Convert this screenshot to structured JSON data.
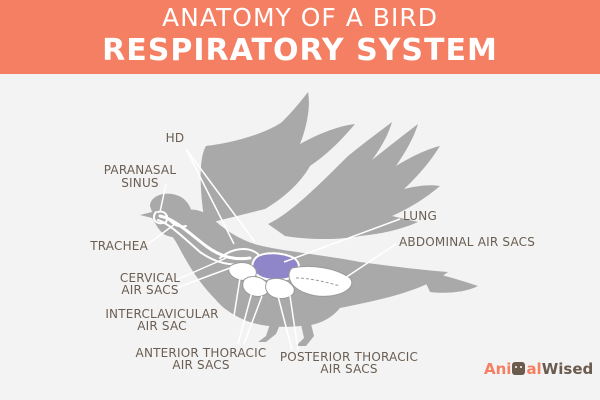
{
  "header": {
    "title_line1": "ANATOMY OF A BIRD",
    "title_line2": "RESPIRATORY SYSTEM",
    "background_color": "#f47f63"
  },
  "diagram": {
    "silhouette_color": "#a9a9a9",
    "lung_color": "#8f86c9",
    "label_color": "#6a5d52",
    "labels": {
      "hd": "HD",
      "paranasal_sinus_1": "PARANASAL",
      "paranasal_sinus_2": "SINUS",
      "trachea": "TRACHEA",
      "cervical_air_sacs_1": "CERVICAL",
      "cervical_air_sacs_2": "AIR SACS",
      "interclavicular_air_sac_1": "INTERCLAVICULAR",
      "interclavicular_air_sac_2": "AIR SAC",
      "anterior_thoracic_1": "ANTERIOR THORACIC",
      "anterior_thoracic_2": "AIR SACS",
      "posterior_thoracic_1": "POSTERIOR THORACIC",
      "posterior_thoracic_2": "AIR SACS",
      "lung": "LUNG",
      "abdominal_air_sacs": "ABDOMINAL AIR SACS"
    }
  },
  "logo": {
    "part1": "Ani",
    "part2": "al",
    "part3": "Wised",
    "icon": "cat-face-icon"
  }
}
